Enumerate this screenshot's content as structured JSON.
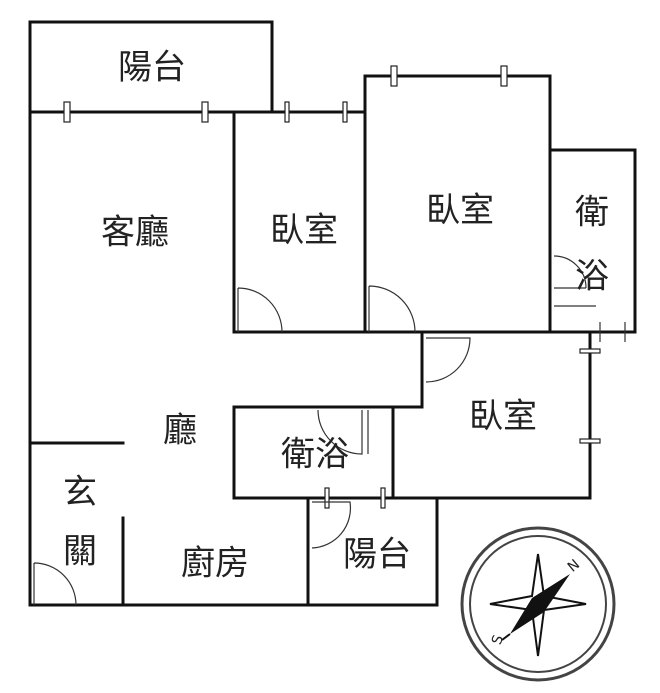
{
  "rooms": {
    "balcony_top": "陽台",
    "living_room": "客廳",
    "bedroom_1": "臥室",
    "bedroom_2": "臥室",
    "bathroom_1_a": "衛",
    "bathroom_1_b": "浴",
    "bedroom_3": "臥室",
    "hall": "廳",
    "bathroom_2": "衛浴",
    "entrance_a": "玄",
    "entrance_b": "關",
    "kitchen": "廚房",
    "balcony_bottom": "陽台"
  },
  "compass": {
    "north": "N",
    "south": "S"
  }
}
